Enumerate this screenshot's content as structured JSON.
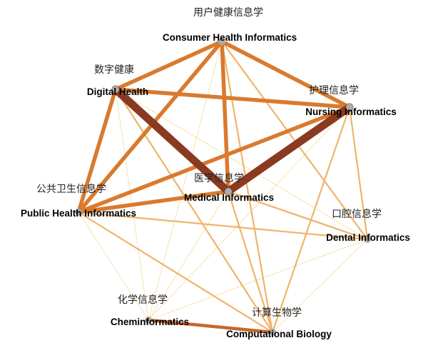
{
  "nodes": [
    {
      "id": "consumer",
      "label_en": "Consumer Health Informatics",
      "label_zh": "用户健康信息学"
    },
    {
      "id": "digital",
      "label_en": "Digital Health",
      "label_zh": "数字健康"
    },
    {
      "id": "nursing",
      "label_en": "Nursing Informatics",
      "label_zh": "护理信息学"
    },
    {
      "id": "medical",
      "label_en": "Medical Informatics",
      "label_zh": "医学信息学"
    },
    {
      "id": "public",
      "label_en": "Public Health Informatics",
      "label_zh": "公共卫生信息学"
    },
    {
      "id": "dental",
      "label_en": "Dental Informatics",
      "label_zh": "口腔信息学"
    },
    {
      "id": "chem",
      "label_en": "Cheminformatics",
      "label_zh": "化学信息学"
    },
    {
      "id": "compbio",
      "label_en": "Computational Biology",
      "label_zh": "计算生物学"
    }
  ],
  "edges": [
    {
      "source": "digital",
      "target": "medical",
      "weight": 5
    },
    {
      "source": "nursing",
      "target": "medical",
      "weight": 5
    },
    {
      "source": "public",
      "target": "medical",
      "weight": 4
    },
    {
      "source": "consumer",
      "target": "digital",
      "weight": 4
    },
    {
      "source": "consumer",
      "target": "nursing",
      "weight": 4
    },
    {
      "source": "consumer",
      "target": "medical",
      "weight": 4
    },
    {
      "source": "consumer",
      "target": "public",
      "weight": 4
    },
    {
      "source": "digital",
      "target": "nursing",
      "weight": 4
    },
    {
      "source": "digital",
      "target": "public",
      "weight": 4
    },
    {
      "source": "nursing",
      "target": "public",
      "weight": 4
    },
    {
      "source": "chem",
      "target": "compbio",
      "weight": 3
    },
    {
      "source": "medical",
      "target": "dental",
      "weight": 2
    },
    {
      "source": "public",
      "target": "dental",
      "weight": 2
    },
    {
      "source": "nursing",
      "target": "dental",
      "weight": 2
    },
    {
      "source": "medical",
      "target": "compbio",
      "weight": 2
    },
    {
      "source": "consumer",
      "target": "dental",
      "weight": 2
    },
    {
      "source": "consumer",
      "target": "compbio",
      "weight": 2
    },
    {
      "source": "digital",
      "target": "compbio",
      "weight": 2
    },
    {
      "source": "nursing",
      "target": "compbio",
      "weight": 2
    },
    {
      "source": "public",
      "target": "compbio",
      "weight": 2
    },
    {
      "source": "consumer",
      "target": "chem",
      "weight": 1
    },
    {
      "source": "nursing",
      "target": "chem",
      "weight": 1
    },
    {
      "source": "digital",
      "target": "chem",
      "weight": 1
    },
    {
      "source": "public",
      "target": "chem",
      "weight": 1
    },
    {
      "source": "medical",
      "target": "chem",
      "weight": 1
    },
    {
      "source": "digital",
      "target": "dental",
      "weight": 1
    },
    {
      "source": "dental",
      "target": "chem",
      "weight": 1
    },
    {
      "source": "dental",
      "target": "compbio",
      "weight": 1
    }
  ],
  "colors": {
    "w5": "#8b3a22",
    "w4": "#d97a2e",
    "w3": "#c8672a",
    "w2": "#f0b36a",
    "w1": "#f3cf80",
    "node": "#a9acb0"
  }
}
